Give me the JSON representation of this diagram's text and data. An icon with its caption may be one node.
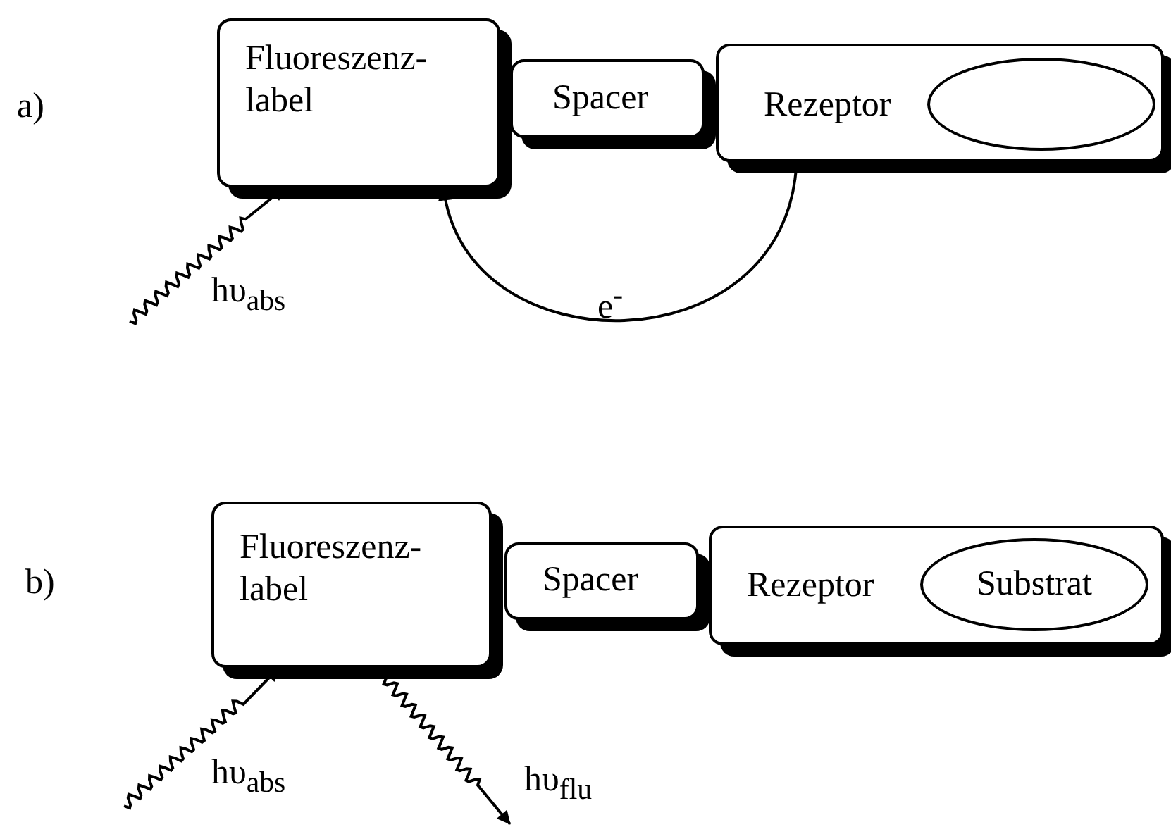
{
  "diagram": {
    "nodes": [
      {
        "text": [
          "Fluoreszenz-label"
        ]
      },
      {
        "text": [
          "Spacer"
        ]
      },
      {
        "text": [
          "Rezeptor"
        ]
      },
      {
        "text": [],
        "shape": "ellipse",
        "in": 2
      },
      {
        "text": [
          "Fluoreszenz-label"
        ]
      },
      {
        "text": [
          "Spacer"
        ]
      },
      {
        "text": [
          "Rezeptor"
        ]
      },
      {
        "text": [
          "Substrat"
        ],
        "in": 6
      }
    ],
    "edges": [
      {
        "from": null,
        "to": 0,
        "arrow": "to",
        "label": "hυ$_{abs}$"
      },
      {
        "from": 2,
        "to": 0,
        "arrow": "to",
        "label": "e$^{-}$"
      },
      {
        "from": null,
        "to": 4,
        "arrow": "to",
        "label": "hυ$_{abs}$"
      },
      {
        "from": 4,
        "to": null,
        "arrow": "to",
        "label": "hυ$_{flu}$"
      }
    ],
    "labels": [
      "a)",
      "b)"
    ]
  }
}
